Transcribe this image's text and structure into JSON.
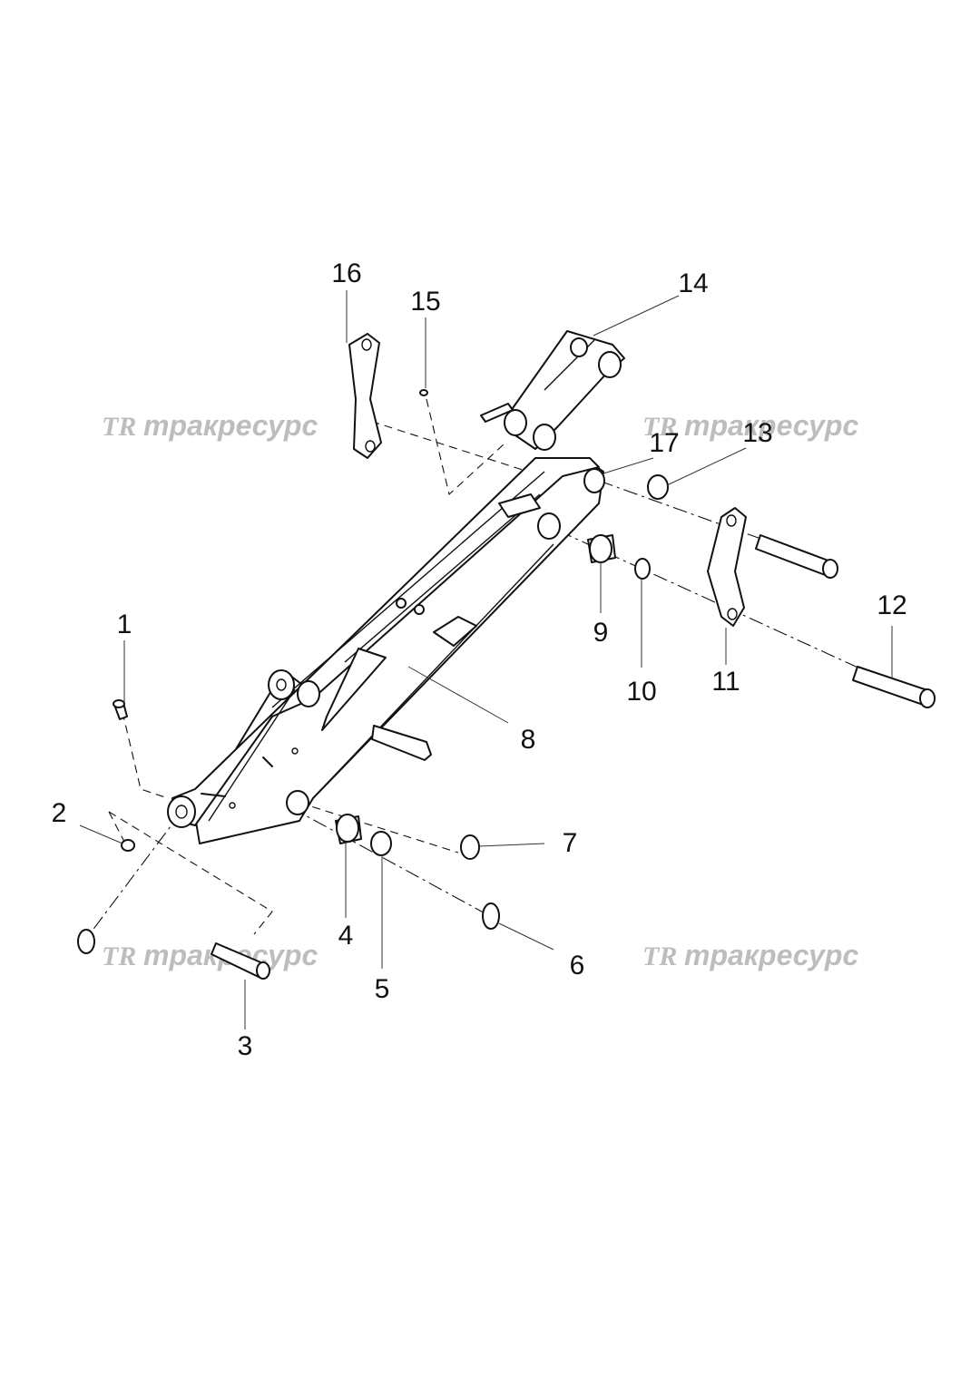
{
  "watermark": {
    "text": "тракресурс",
    "logo": "TR"
  },
  "callouts": [
    "1",
    "2",
    "3",
    "4",
    "5",
    "6",
    "7",
    "8",
    "9",
    "10",
    "11",
    "12",
    "13",
    "14",
    "15",
    "16",
    "17"
  ]
}
